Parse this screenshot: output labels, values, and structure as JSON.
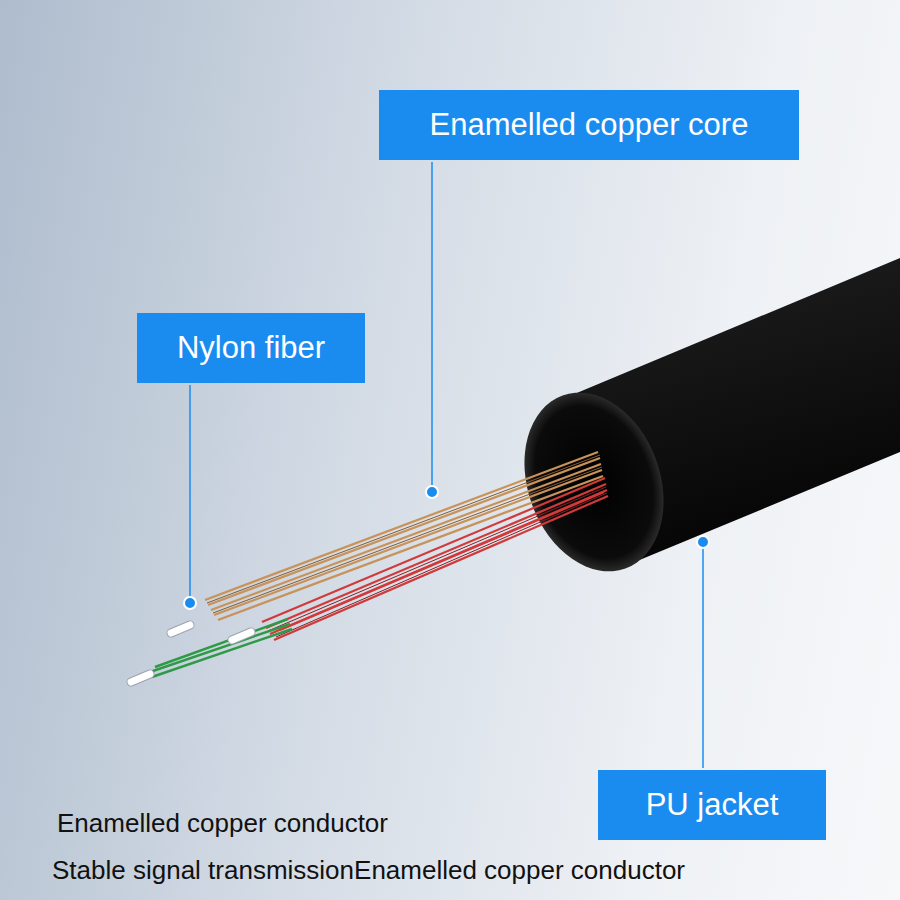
{
  "diagram": {
    "nodes": [
      {
        "text": [
          "Enamelled copper core"
        ]
      },
      {
        "text": [
          "Nylon fiber"
        ]
      },
      {
        "text": [
          "PU jacket"
        ]
      }
    ],
    "labels": [
      "Enamelled copper conductor",
      "Stable signal transmissionEnamelled copper conductor"
    ]
  }
}
